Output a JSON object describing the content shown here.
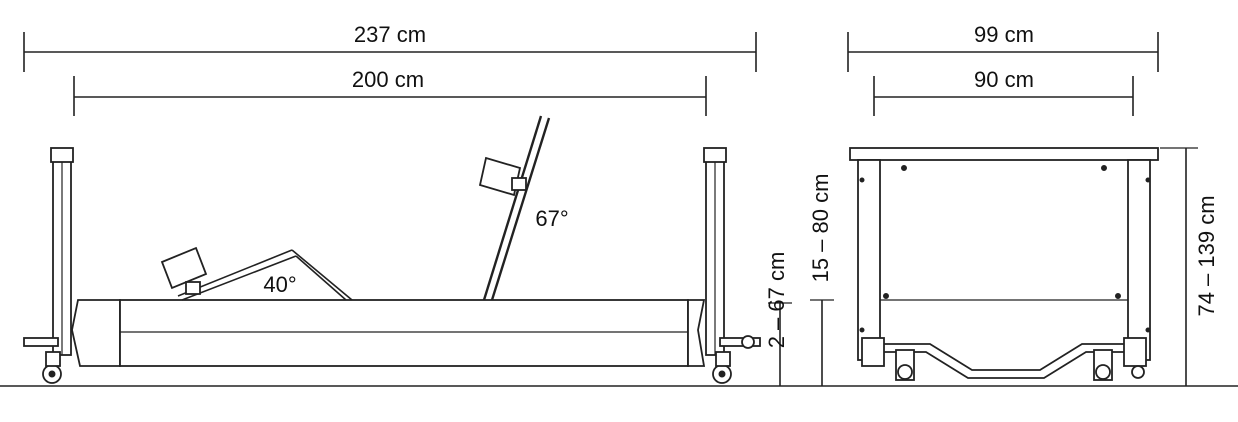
{
  "dimensions": {
    "side_total_length": "237 cm",
    "side_inner_length": "200 cm",
    "front_total_width": "99 cm",
    "front_inner_width": "90 cm",
    "lying_surface_height": "15 – 80 cm",
    "lying_frame_height": "2 – 67 cm",
    "total_height": "74 – 139 cm"
  },
  "angles": {
    "backrest": "67°",
    "leg_section": "40°"
  },
  "colors": {
    "line": "#222222",
    "background": "#ffffff"
  }
}
